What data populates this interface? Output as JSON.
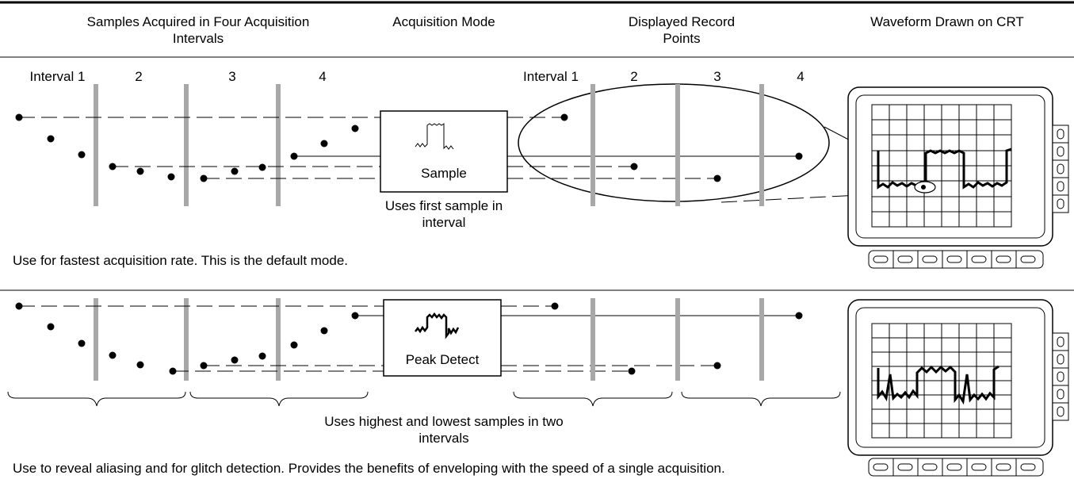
{
  "headers": {
    "samples": "Samples Acquired in Four Acquisition Intervals",
    "mode": "Acquisition Mode",
    "displayed": "Displayed Record Points",
    "waveform": "Waveform Drawn on CRT"
  },
  "left_intervals": [
    "Interval 1",
    "2",
    "3",
    "4"
  ],
  "right_intervals": [
    "Interval 1",
    "2",
    "3",
    "4"
  ],
  "sample_mode": {
    "box_label": "Sample",
    "caption": "Uses first sample in interval",
    "note": "Use for fastest acquisition rate. This is the default mode."
  },
  "peak_mode": {
    "box_label": "Peak Detect",
    "caption": "Uses highest and lowest samples in two intervals",
    "note": "Use to reveal aliasing and for glitch detection. Provides the benefits of enveloping with the speed of a single acquisition."
  },
  "colors": {
    "ink": "#000000",
    "divider": "#a8a8a8",
    "background": "#ffffff"
  }
}
